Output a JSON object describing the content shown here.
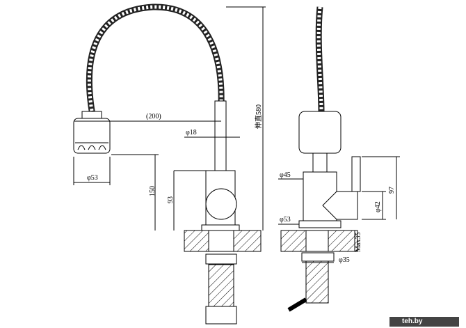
{
  "front_view": {
    "dim_reach": "(200)",
    "dim_pipe": "φ18",
    "dim_head": "φ53",
    "dim_spout_height": "150",
    "dim_body_height": "93",
    "dim_total_height": "伸直580"
  },
  "side_view": {
    "dim_body": "φ45",
    "dim_base": "φ53",
    "dim_handle": "φ42",
    "dim_handle_height": "97",
    "dim_max_thickness": "Max35",
    "dim_hole": "φ35"
  },
  "watermark": "teh.by"
}
